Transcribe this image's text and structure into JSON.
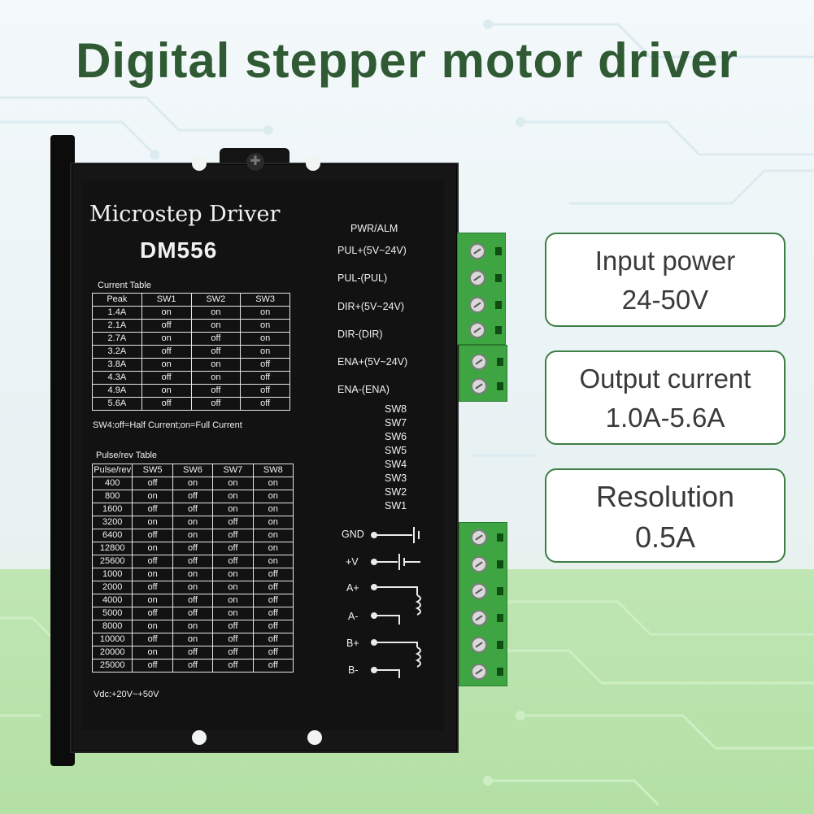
{
  "headline": "Digital stepper motor driver",
  "device": {
    "title": "Microstep Driver",
    "model": "DM556",
    "current_table": {
      "caption": "Current Table",
      "headers": [
        "Peak",
        "SW1",
        "SW2",
        "SW3"
      ],
      "rows": [
        [
          "1.4A",
          "on",
          "on",
          "on"
        ],
        [
          "2.1A",
          "off",
          "on",
          "on"
        ],
        [
          "2.7A",
          "on",
          "off",
          "on"
        ],
        [
          "3.2A",
          "off",
          "off",
          "on"
        ],
        [
          "3.8A",
          "on",
          "on",
          "off"
        ],
        [
          "4.3A",
          "off",
          "on",
          "off"
        ],
        [
          "4.9A",
          "on",
          "off",
          "off"
        ],
        [
          "5.6A",
          "off",
          "off",
          "off"
        ]
      ],
      "note": "SW4:off=Half Current;on=Full Current"
    },
    "pulse_table": {
      "caption": "Pulse/rev Table",
      "headers": [
        "Pulse/rev",
        "SW5",
        "SW6",
        "SW7",
        "SW8"
      ],
      "rows": [
        [
          "400",
          "off",
          "on",
          "on",
          "on"
        ],
        [
          "800",
          "on",
          "off",
          "on",
          "on"
        ],
        [
          "1600",
          "off",
          "off",
          "on",
          "on"
        ],
        [
          "3200",
          "on",
          "on",
          "off",
          "on"
        ],
        [
          "6400",
          "off",
          "on",
          "off",
          "on"
        ],
        [
          "12800",
          "on",
          "off",
          "off",
          "on"
        ],
        [
          "25600",
          "off",
          "off",
          "off",
          "on"
        ],
        [
          "1000",
          "on",
          "on",
          "on",
          "off"
        ],
        [
          "2000",
          "off",
          "on",
          "on",
          "off"
        ],
        [
          "4000",
          "on",
          "off",
          "on",
          "off"
        ],
        [
          "5000",
          "off",
          "off",
          "on",
          "off"
        ],
        [
          "8000",
          "on",
          "on",
          "off",
          "off"
        ],
        [
          "10000",
          "off",
          "on",
          "off",
          "off"
        ],
        [
          "20000",
          "on",
          "off",
          "off",
          "off"
        ],
        [
          "25000",
          "off",
          "off",
          "off",
          "off"
        ]
      ]
    },
    "vdc": "Vdc:+20V~+50V",
    "signal_labels": [
      "PWR/ALM",
      "PUL+(5V~24V)",
      "PUL-(PUL)",
      "DIR+(5V~24V)",
      "DIR-(DIR)",
      "ENA+(5V~24V)",
      "ENA-(ENA)"
    ],
    "switch_labels": [
      "SW8",
      "SW7",
      "SW6",
      "SW5",
      "SW4",
      "SW3",
      "SW2",
      "SW1"
    ],
    "power_labels": [
      "GND",
      "+V",
      "A+",
      "A-",
      "B+",
      "B-"
    ]
  },
  "features": [
    {
      "line1": "Input power",
      "line2": "24-50V"
    },
    {
      "line1": "Output current",
      "line2": "1.0A-5.6A"
    },
    {
      "line1": "Resolution",
      "line2": "0.5A"
    }
  ],
  "colors": {
    "headline": "#2f5a33",
    "terminal_green": "#3fa543",
    "feature_border": "#3d7f45",
    "driver_body": "#161616"
  }
}
